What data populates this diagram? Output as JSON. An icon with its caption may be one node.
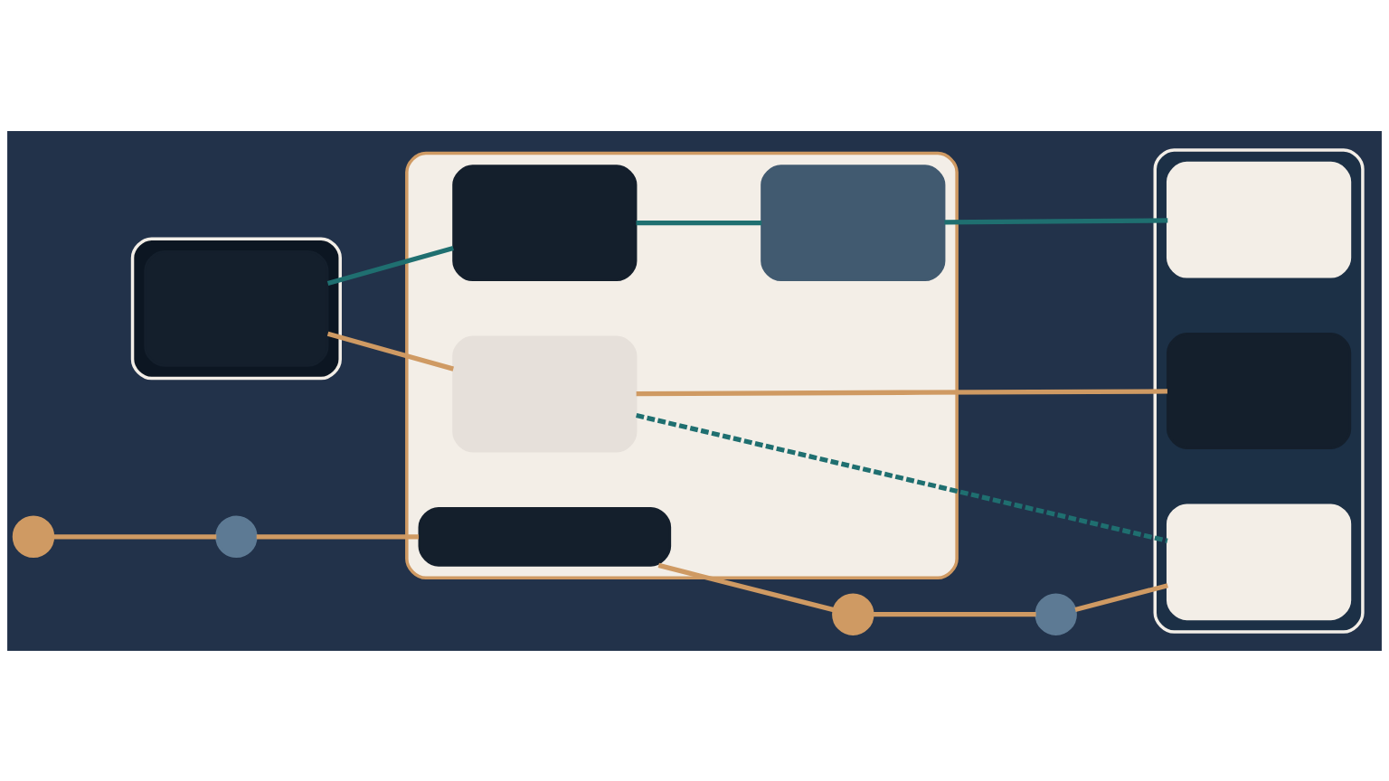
{
  "diagram": {
    "nodes": [
      {
        "text": [],
        "shape": "box"
      },
      {
        "text": [],
        "shape": "box",
        "in": 0
      },
      {
        "text": [],
        "shape": "box"
      },
      {
        "text": [],
        "shape": "box",
        "in": 2
      },
      {
        "text": [],
        "shape": "box",
        "in": 2
      },
      {
        "text": [],
        "shape": "box",
        "in": 2
      },
      {
        "text": [],
        "shape": "bar",
        "in": 2
      },
      {
        "text": [],
        "shape": "box"
      },
      {
        "text": [],
        "shape": "box",
        "in": 7
      },
      {
        "text": [],
        "shape": "box",
        "in": 7
      },
      {
        "text": [],
        "shape": "box",
        "in": 7
      },
      {
        "text": [],
        "shape": "circle"
      },
      {
        "text": [],
        "shape": "circle"
      },
      {
        "text": [],
        "shape": "circle"
      },
      {
        "text": [],
        "shape": "circle"
      }
    ],
    "edges": [
      {
        "from": 1,
        "to": 3,
        "arrow": "none",
        "color": "#1f6f70"
      },
      {
        "from": 3,
        "to": 4,
        "arrow": "none",
        "color": "#1f6f70"
      },
      {
        "from": 4,
        "to": 8,
        "arrow": "none",
        "color": "#1f6f70"
      },
      {
        "from": 1,
        "to": 5,
        "arrow": "none"
      },
      {
        "from": 5,
        "to": 9,
        "arrow": "none"
      },
      {
        "from": 5,
        "to": 10,
        "arrow": "none",
        "style": "dashed",
        "color": "#1f6f70"
      },
      {
        "from": 11,
        "to": 12,
        "arrow": "none"
      },
      {
        "from": 12,
        "to": 6,
        "arrow": "none"
      },
      {
        "from": 6,
        "to": 13,
        "arrow": "none"
      },
      {
        "from": 13,
        "to": 14,
        "arrow": "none"
      },
      {
        "from": 14,
        "to": 10,
        "arrow": "none"
      }
    ]
  }
}
